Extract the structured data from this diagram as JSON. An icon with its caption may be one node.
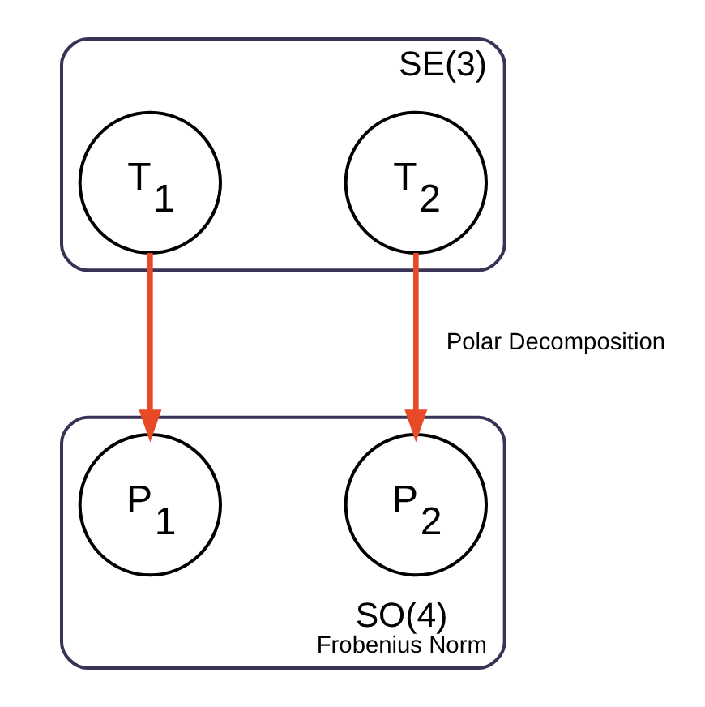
{
  "diagram": {
    "nodes": [
      {
        "text": [
          "SE(3)"
        ]
      },
      {
        "text": [
          "T$_{1}$"
        ],
        "in": 0
      },
      {
        "text": [
          "T$_{2}$"
        ],
        "in": 0
      },
      {
        "text": [
          "SO(4)",
          "Frobenius Norm"
        ]
      },
      {
        "text": [
          "P$_{1}$"
        ],
        "in": 3
      },
      {
        "text": [
          "P$_{2}$"
        ],
        "in": 3
      }
    ],
    "edges": [
      {
        "from": 1,
        "to": 4,
        "arrow": "to",
        "color": "#e84a27"
      },
      {
        "from": 2,
        "to": 5,
        "arrow": "to",
        "color": "#e84a27",
        "label": "Polar Decomposition"
      }
    ]
  }
}
